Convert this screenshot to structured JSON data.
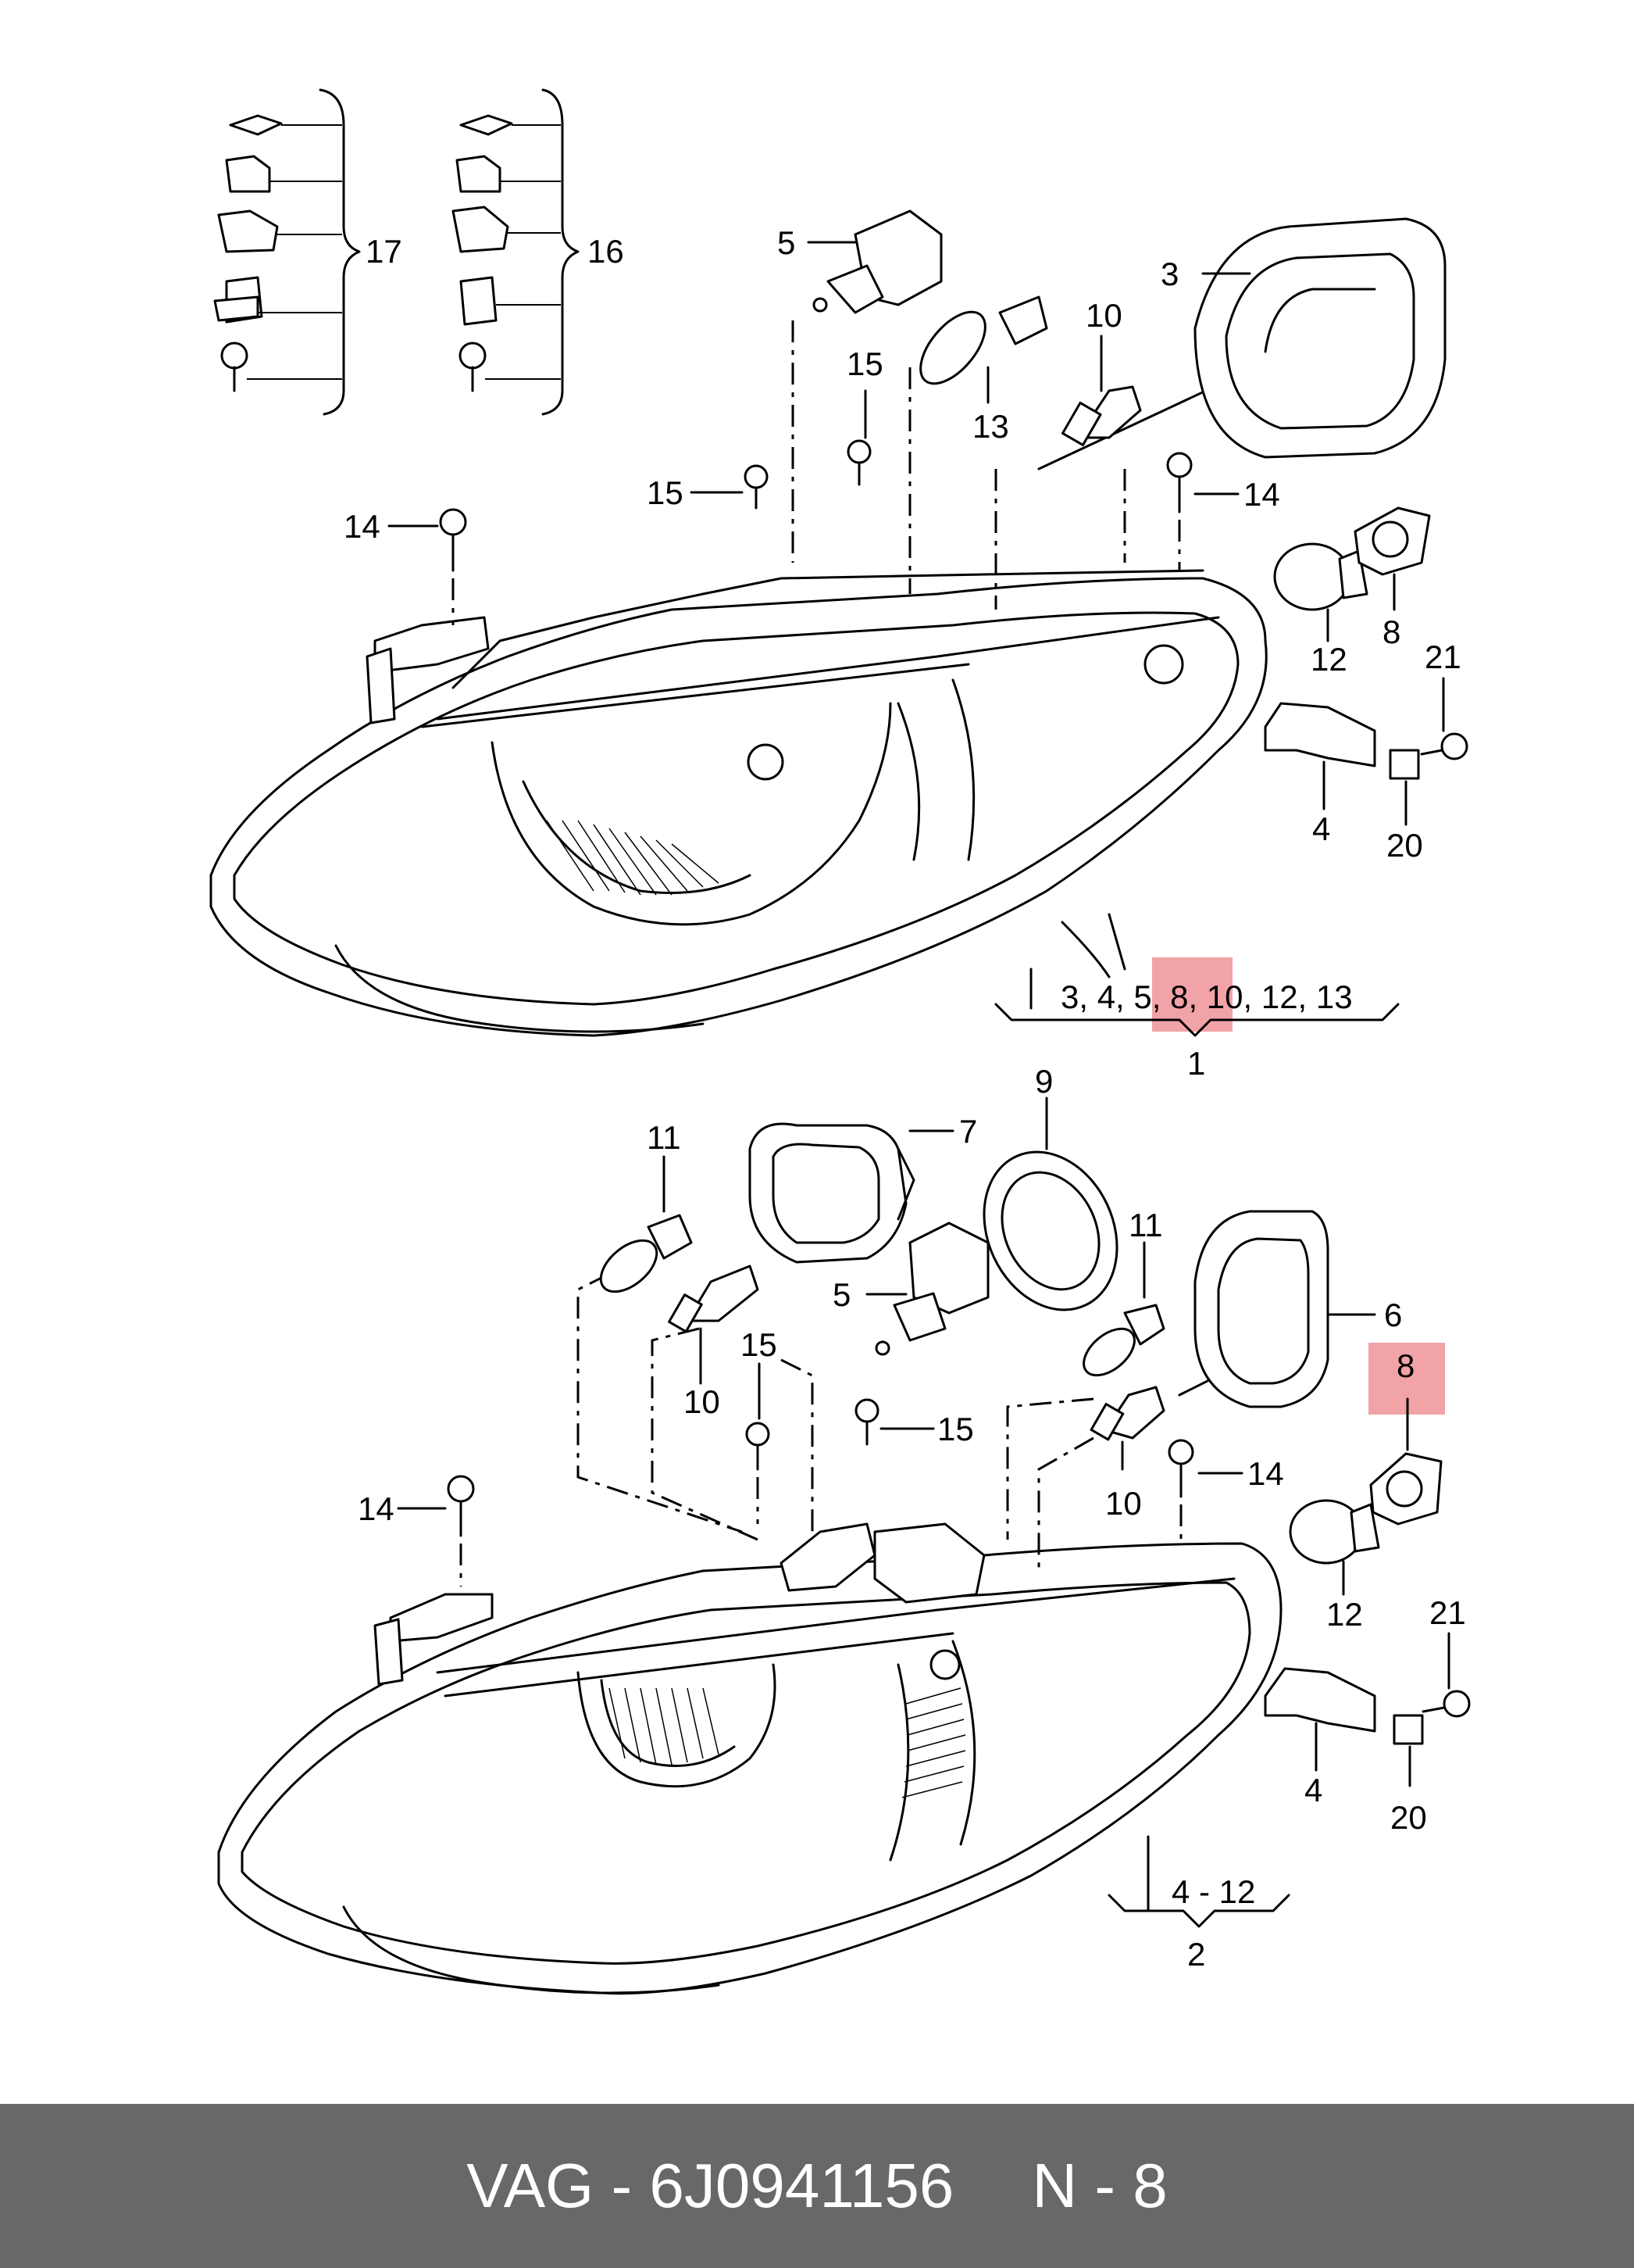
{
  "diagram": {
    "labels": {
      "l17": "17",
      "l16": "16",
      "l5a": "5",
      "l3": "3",
      "l10a": "10",
      "l15a": "15",
      "l13": "13",
      "l15b": "15",
      "l14a": "14",
      "l14b": "14",
      "l12a": "12",
      "l8a": "8",
      "l21a": "21",
      "l4a": "4",
      "l20a": "20",
      "group1_items": "3, 4, 5, 8, 10, 12, 13",
      "group1_num": "1",
      "l11a": "11",
      "l9": "9",
      "l7": "7",
      "l11b": "11",
      "l5b": "5",
      "l6": "6",
      "l15c": "15",
      "l15d": "15",
      "l10b": "10",
      "l10c": "10",
      "l8b": "8",
      "l14c": "14",
      "l14d": "14",
      "l12b": "12",
      "l21b": "21",
      "l4b": "4",
      "l20b": "20",
      "group2_items": "4 - 12",
      "group2_num": "2"
    },
    "highlight_color": "#e8666e"
  },
  "footer": {
    "brand_part": "VAG - 6J0941156",
    "page_ref": "N - 8",
    "background": "#686868"
  }
}
